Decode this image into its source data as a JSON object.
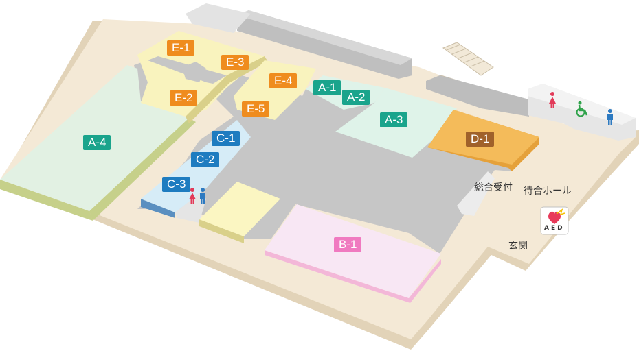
{
  "colors": {
    "orange": "#ef8c1e",
    "teal": "#1aa48c",
    "blue": "#1e7cc0",
    "brown": "#a0612a",
    "pink": "#f07ac0",
    "floor": "#f3e8d5",
    "gray_block": "#c3c3c3",
    "restroom_female": "#e23a59",
    "restroom_male": "#2d7ac1",
    "accessible": "#2fa24a"
  },
  "areas": {
    "e1": "E-1",
    "e2": "E-2",
    "e3": "E-3",
    "e4": "E-4",
    "e5": "E-5",
    "a1": "A-1",
    "a2": "A-2",
    "a3": "A-3",
    "a4": "A-4",
    "c1": "C-1",
    "c2": "C-2",
    "c3": "C-3",
    "d1": "D-1",
    "b1": "B-1"
  },
  "facilities": {
    "reception": "総合受付",
    "waiting_hall": "待合ホール",
    "entrance": "玄関",
    "aed": "AED"
  },
  "icons": [
    "female-restroom-icon",
    "male-restroom-icon",
    "wheelchair-icon",
    "aed-heart-icon",
    "stairs-icon"
  ]
}
